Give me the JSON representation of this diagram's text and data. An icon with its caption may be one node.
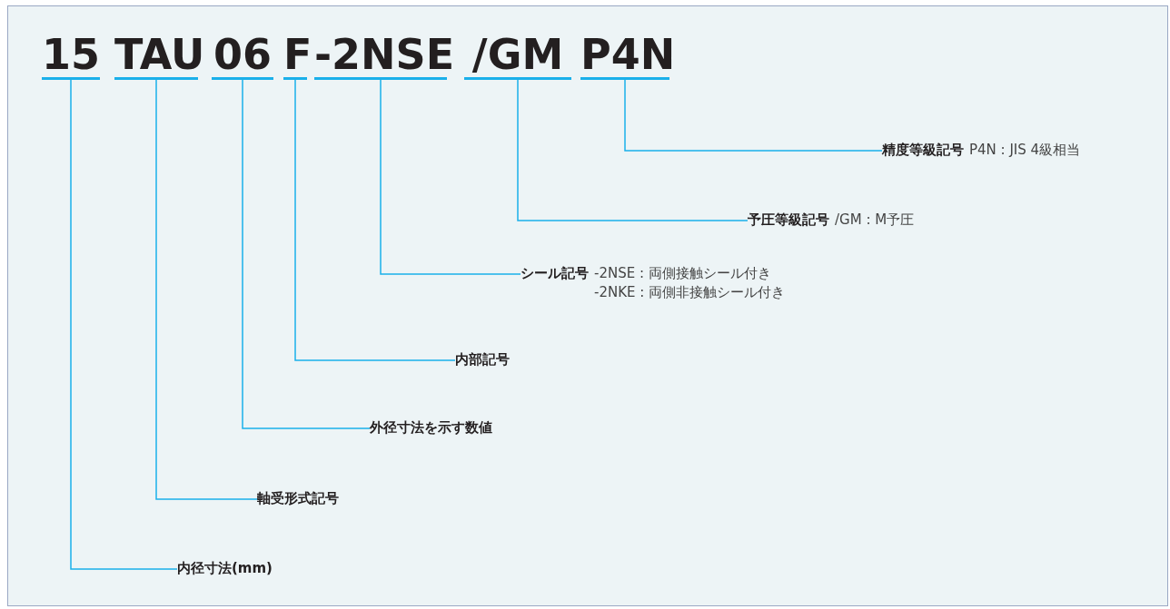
{
  "diagram": {
    "nodes": [
      {
        "text": [
          "15"
        ]
      },
      {
        "text": [
          "TAU"
        ]
      },
      {
        "text": [
          "06"
        ]
      },
      {
        "text": [
          "F"
        ]
      },
      {
        "text": [
          "-2NSE"
        ]
      },
      {
        "text": [
          "/GM"
        ]
      },
      {
        "text": [
          "P4N"
        ]
      },
      {
        "text": [
          "精度等級記号",
          "P4N : JIS 4級相当"
        ]
      },
      {
        "text": [
          "予圧等級記号",
          "/GM : M予圧"
        ]
      },
      {
        "text": [
          "シール記号",
          "-2NSE : 両側接触シール付き",
          "-2NKE : 両側非接触シール付き"
        ]
      },
      {
        "text": [
          "内部記号"
        ]
      },
      {
        "text": [
          "外径寸法を示す数値"
        ]
      },
      {
        "text": [
          "軸受形式記号"
        ]
      },
      {
        "text": [
          "内径寸法(mm)"
        ]
      }
    ],
    "edges": [
      {
        "from": 6,
        "to": 7,
        "arrow": "none"
      },
      {
        "from": 5,
        "to": 8,
        "arrow": "none"
      },
      {
        "from": 4,
        "to": 9,
        "arrow": "none"
      },
      {
        "from": 3,
        "to": 10,
        "arrow": "none"
      },
      {
        "from": 2,
        "to": 11,
        "arrow": "none"
      },
      {
        "from": 1,
        "to": 12,
        "arrow": "none"
      },
      {
        "from": 0,
        "to": 13,
        "arrow": "none"
      }
    ]
  }
}
